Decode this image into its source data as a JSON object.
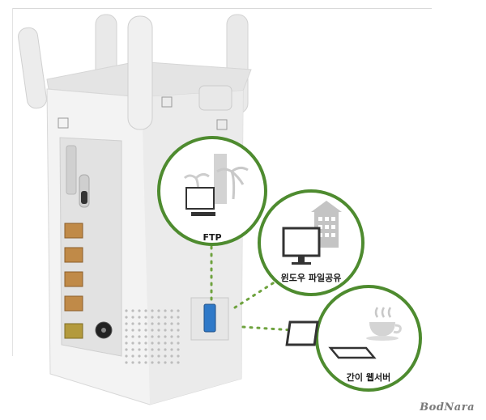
{
  "features": [
    {
      "label": "FTP"
    },
    {
      "label": "윈도우 파일공유"
    },
    {
      "label": "간이 웹서버"
    }
  ],
  "watermark": "BodNara",
  "colors": {
    "ring": "#4e8b2f",
    "dot": "#6fa33f",
    "device": "#f1f1f1",
    "port_ethernet": "#c08a48",
    "port_wan": "#b39a3d",
    "usb": "#2f79c8"
  },
  "icons": [
    "computer-palm-icon",
    "computer-building-icon",
    "laptop-coffee-icon"
  ]
}
